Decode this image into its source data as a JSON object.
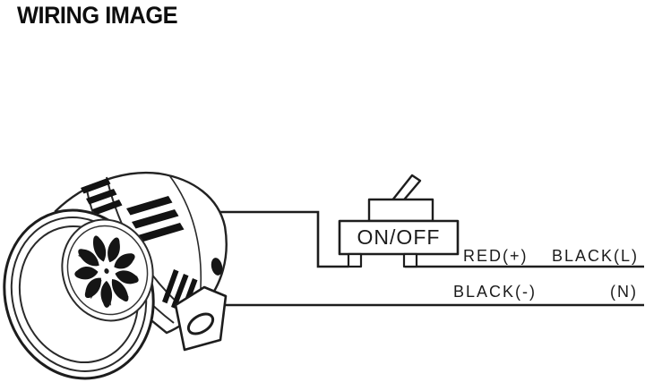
{
  "title": "WIRING IMAGE",
  "switch": {
    "label": "ON/OFF"
  },
  "wiring_labels": {
    "top_line": [
      "RED(+)",
      "BLACK(L)"
    ],
    "bottom_line": [
      "BLACK(-)",
      "(N)"
    ]
  },
  "illustration": {
    "icon": "motor-siren-line-art"
  },
  "colors": {
    "background": "#ffffff",
    "line": "#1d1d1d",
    "text": "#111111"
  }
}
